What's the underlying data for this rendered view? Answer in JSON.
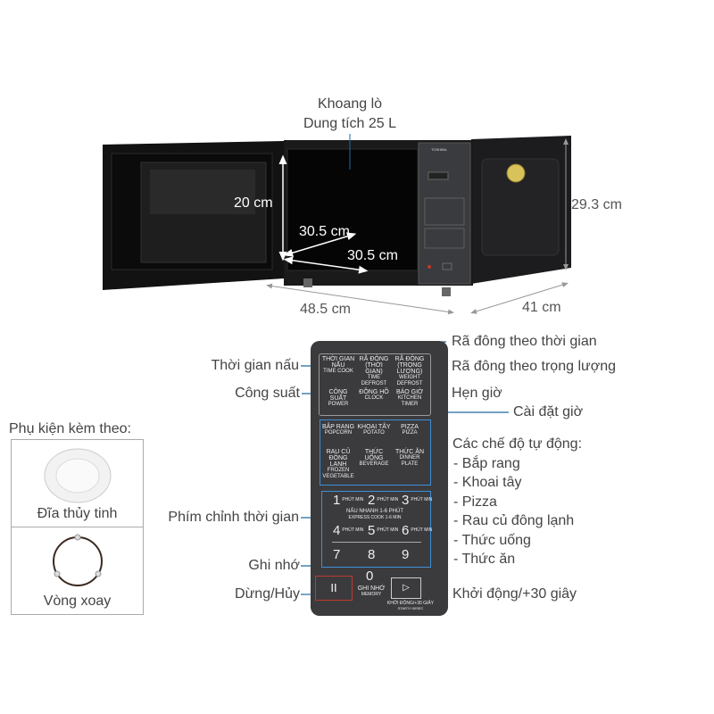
{
  "cavity": {
    "title": "Khoang lò",
    "capacity": "Dung tích 25 L"
  },
  "dimensions": {
    "inner_height": "20 cm",
    "inner_depth": "30.5 cm",
    "inner_width": "30.5 cm",
    "outer_height": "29.3 cm",
    "outer_width": "48.5 cm",
    "outer_depth": "41 cm"
  },
  "brand": "TOSHIBA",
  "panel": {
    "top_buttons": [
      {
        "vi": "THỜI GIAN NẤU",
        "en": "TIME COOK"
      },
      {
        "vi": "RÃ ĐÔNG (THỜI GIAN)",
        "en": "TIME DEFROST"
      },
      {
        "vi": "RÃ ĐÔNG (TRỌNG LƯỢNG)",
        "en": "WEIGHT DEFROST"
      },
      {
        "vi": "CÔNG SUẤT",
        "en": "POWER"
      },
      {
        "vi": "ĐỒNG HỒ",
        "en": "CLOCK"
      },
      {
        "vi": "BÁO GIỜ",
        "en": "KITCHEN TIMER"
      }
    ],
    "auto_buttons": [
      {
        "vi": "BẮP RANG",
        "en": "POPCORN"
      },
      {
        "vi": "KHOAI TÂY",
        "en": "POTATO"
      },
      {
        "vi": "PIZZA",
        "en": "PIZZA"
      },
      {
        "vi": "RAU CỦ ĐÔNG LẠNH",
        "en": "FROZEN VEGETABLE"
      },
      {
        "vi": "THỨC UỐNG",
        "en": "BEVERAGE"
      },
      {
        "vi": "THỨC ĂN",
        "en": "DINNER PLATE"
      }
    ],
    "number_keys": [
      "1",
      "2",
      "3",
      "4",
      "5",
      "6",
      "7",
      "8",
      "9"
    ],
    "minute_label": "PHÚT MIN",
    "express_vi": "NẤU NHANH 1-6 PHÚT",
    "express_en": "EXPRESS COOK 1-6 MIN",
    "zero_key": "0",
    "memory_vi": "GHI NHỚ",
    "memory_en": "MEMORY",
    "start_vi": "KHỞI ĐỘNG/+30 GIÂY",
    "start_en": "START/+30SEC"
  },
  "callouts": {
    "time_defrost": "Rã đông theo thời gian",
    "cook_time": "Thời gian nấu",
    "weight_defrost": "Rã đông theo trọng lượng",
    "power": "Công suất",
    "timer": "Hẹn giờ",
    "clock": "Cài đặt giờ",
    "auto_modes": "Các chế độ tự động:",
    "auto_list": [
      "- Bắp rang",
      "- Khoai tây",
      "- Pizza",
      "- Rau củ đông lạnh",
      "- Thức uống",
      "- Thức ăn"
    ],
    "time_keys": "Phím chỉnh thời gian",
    "memory": "Ghi nhớ",
    "stop": "Dừng/Hủy",
    "start": "Khởi động/+30 giây"
  },
  "accessories": {
    "title": "Phụ kiện kèm theo:",
    "items": [
      "Đĩa thủy tinh",
      "Vòng xoay"
    ]
  },
  "colors": {
    "callout_line": "#1f6a9c",
    "panel": "#3b3b3e",
    "highlight": "#3f8fd6",
    "stop": "#c0392b"
  }
}
